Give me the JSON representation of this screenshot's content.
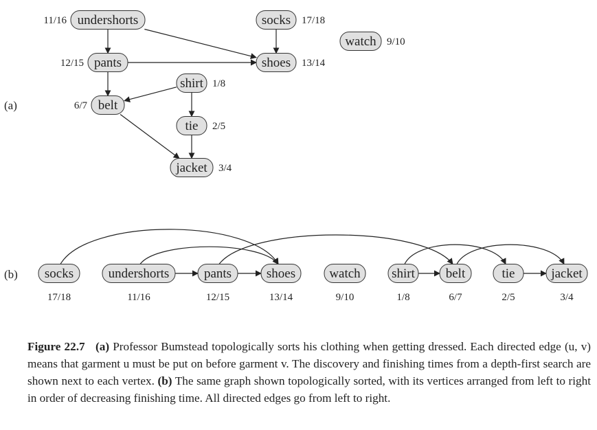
{
  "part_a_label": "(a)",
  "part_b_label": "(b)",
  "nodes": {
    "undershorts": {
      "label": "undershorts",
      "times": "11/16"
    },
    "socks": {
      "label": "socks",
      "times": "17/18"
    },
    "watch": {
      "label": "watch",
      "times": "9/10"
    },
    "pants": {
      "label": "pants",
      "times": "12/15"
    },
    "shoes": {
      "label": "shoes",
      "times": "13/14"
    },
    "shirt": {
      "label": "shirt",
      "times": "1/8"
    },
    "belt": {
      "label": "belt",
      "times": "6/7"
    },
    "tie": {
      "label": "tie",
      "times": "2/5"
    },
    "jacket": {
      "label": "jacket",
      "times": "3/4"
    }
  },
  "edges": [
    [
      "undershorts",
      "pants"
    ],
    [
      "undershorts",
      "shoes"
    ],
    [
      "socks",
      "shoes"
    ],
    [
      "pants",
      "shoes"
    ],
    [
      "pants",
      "belt"
    ],
    [
      "shirt",
      "belt"
    ],
    [
      "shirt",
      "tie"
    ],
    [
      "belt",
      "jacket"
    ],
    [
      "tie",
      "jacket"
    ]
  ],
  "sorted_order": [
    "socks",
    "undershorts",
    "pants",
    "shoes",
    "watch",
    "shirt",
    "belt",
    "tie",
    "jacket"
  ],
  "caption": {
    "figure_label": "Figure 22.7",
    "part_a_marker": "(a)",
    "part_a_text": "Professor Bumstead topologically sorts his clothing when getting dressed. Each directed edge (u, v) means that garment u must be put on before garment v. The discovery and finishing times from a depth-first search are shown next to each vertex.",
    "part_b_marker": "(b)",
    "part_b_text": "The same graph shown topologically sorted, with its vertices arranged from left to right in order of decreasing finishing time. All directed edges go from left to right."
  }
}
